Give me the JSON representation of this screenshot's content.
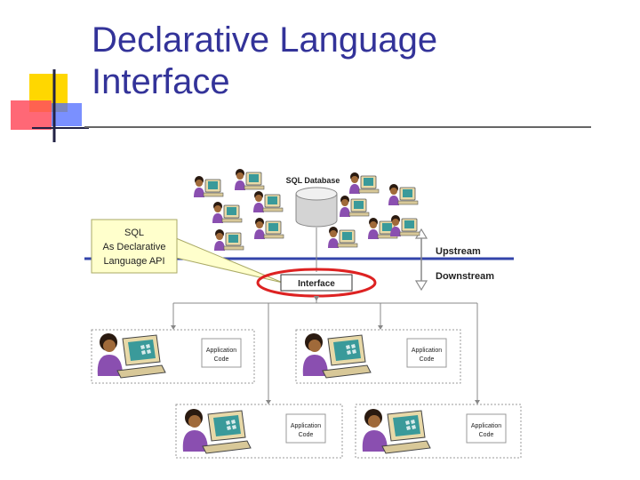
{
  "slide": {
    "title_line1": "Declarative Language",
    "title_line2": "Interface"
  },
  "diagram": {
    "database_label": "SQL Database",
    "callout_line1": "SQL",
    "callout_line2": "As Declarative",
    "callout_line3": "Language API",
    "interface_label": "Interface",
    "upstream_label": "Upstream",
    "downstream_label": "Downstream",
    "app_label_line1": "Application",
    "app_label_line2": "Code"
  },
  "colors": {
    "title": "#333399",
    "deco_yellow": "#ffd700",
    "deco_red": "#ff4d5e",
    "deco_blue": "#4d6bff",
    "timeline_blue": "#3344aa",
    "callout_fill": "#ffffcc",
    "interface_ring": "#dd2222"
  }
}
